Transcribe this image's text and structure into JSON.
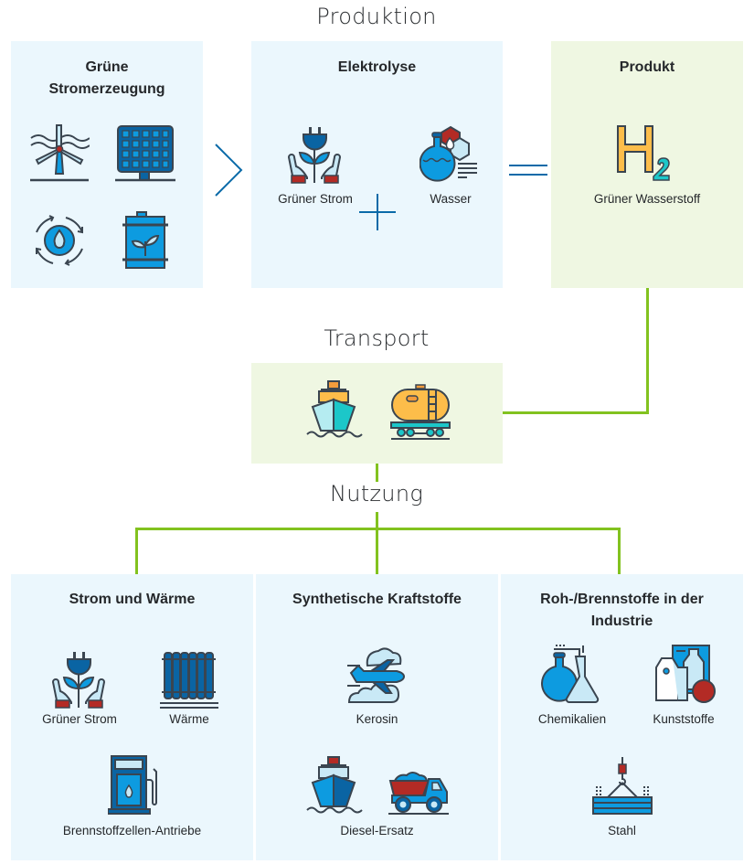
{
  "sections": {
    "production": "Produktion",
    "transport": "Transport",
    "usage": "Nutzung"
  },
  "production": {
    "green_power_generation": {
      "title_line1": "Grüne",
      "title_line2": "Stromerzeugung",
      "icons": [
        "wind-turbine-icon",
        "solar-panel-icon",
        "water-cycle-icon",
        "biofuel-barrel-icon"
      ]
    },
    "electrolysis": {
      "title": "Elektrolyse",
      "items": [
        {
          "label": "Grüner Strom",
          "icon": "green-power-hands-icon"
        },
        {
          "label": "Wasser",
          "icon": "water-flask-icon"
        }
      ],
      "operator_plus": "plus",
      "operator_equals": "equals"
    },
    "product": {
      "title": "Produkt",
      "formula_main": "H",
      "formula_sub": "2",
      "label": "Grüner Wasserstoff"
    }
  },
  "transport": {
    "icons": [
      "ship-icon",
      "tank-wagon-icon"
    ]
  },
  "usage": {
    "power_heat": {
      "title": "Strom und Wärme",
      "items": [
        {
          "label": "Grüner Strom",
          "icon": "green-power-hands-icon"
        },
        {
          "label": "Wärme",
          "icon": "radiator-icon"
        },
        {
          "label": "Brennstoffzellen-Antriebe",
          "icon": "fuel-pump-icon"
        }
      ]
    },
    "synthetic_fuels": {
      "title": "Synthetische Kraftstoffe",
      "items": [
        {
          "label": "Kerosin",
          "icon": "airplane-icon"
        },
        {
          "label": "Diesel-Ersatz",
          "icon": "ship-truck-icon"
        }
      ]
    },
    "industry": {
      "title_line1": "Roh-/Brennstoffe in der",
      "title_line2": "Industrie",
      "items": [
        {
          "label": "Chemikalien",
          "icon": "chemistry-flasks-icon"
        },
        {
          "label": "Kunststoffe",
          "icon": "plastics-icon"
        },
        {
          "label": "Stahl",
          "icon": "steel-beams-icon"
        }
      ]
    }
  },
  "colors": {
    "panel_blue": "#ebf7fd",
    "panel_green": "#eff7e2",
    "connector_green": "#82c21f",
    "operator_blue": "#0a6aa8",
    "icon_dark": "#3a4550",
    "icon_blue": "#0d9be0",
    "icon_darkblue": "#0a64a3",
    "icon_lightblue": "#c9e9f6",
    "icon_red": "#b32b25",
    "h2_yellow": "#fdbd4a",
    "h2_teal": "#1cc7c9"
  }
}
